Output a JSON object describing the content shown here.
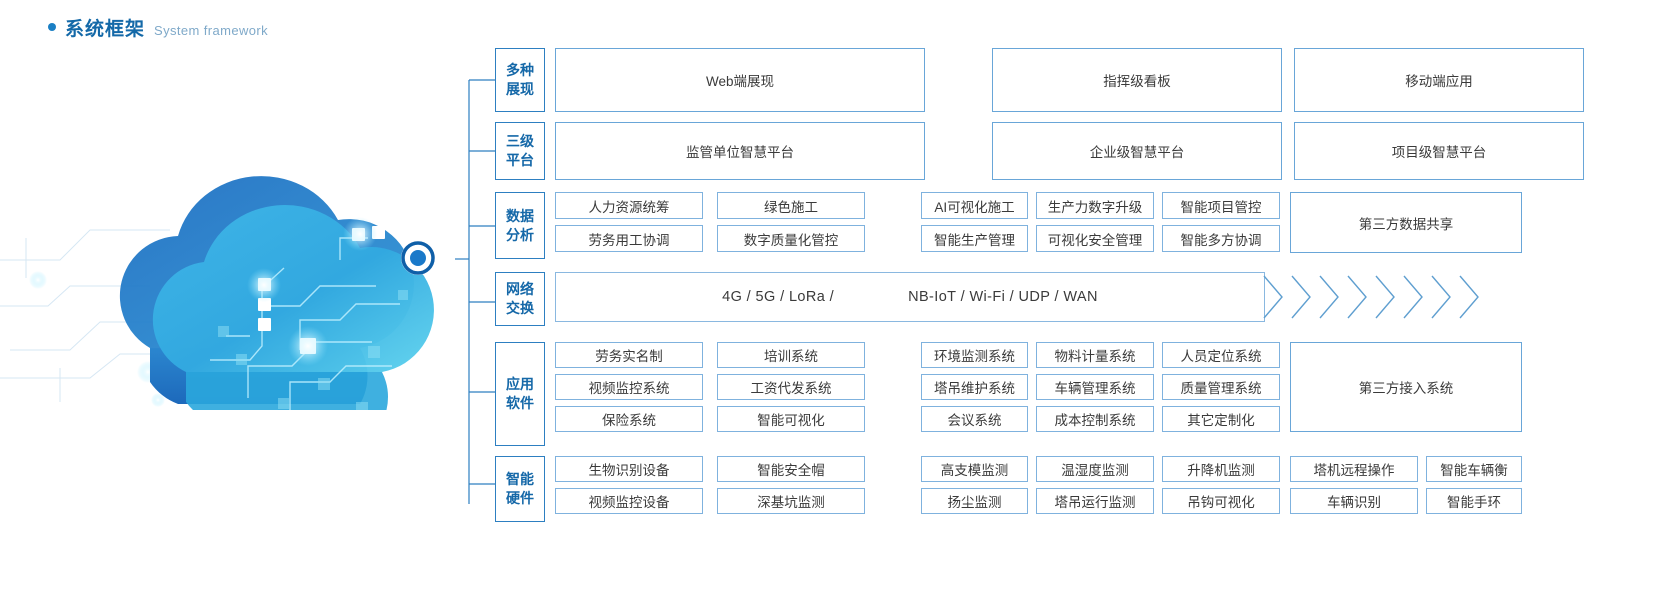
{
  "header": {
    "title_cn": "系统框架",
    "title_en": "System framework",
    "accent": "#1469a8"
  },
  "graphic": {
    "name": "cloud-network-illustration",
    "node_label": "connection-node"
  },
  "rows": [
    {
      "id": "presentation",
      "category": [
        "多种",
        "展现"
      ],
      "left_group": [
        [
          "Web端展现"
        ]
      ],
      "right_group": [
        [
          "指挥级看板"
        ],
        [
          "移动端应用"
        ]
      ],
      "third_party": null
    },
    {
      "id": "platform",
      "category": [
        "三级",
        "平台"
      ],
      "left_group": [
        [
          "监管单位智慧平台"
        ]
      ],
      "right_group": [
        [
          "企业级智慧平台"
        ],
        [
          "项目级智慧平台"
        ]
      ],
      "third_party": null
    },
    {
      "id": "data-analysis",
      "category": [
        "数据",
        "分析"
      ],
      "left_group": [
        [
          "人力资源统筹",
          "绿色施工"
        ],
        [
          "劳务用工协调",
          "数字质量化管控"
        ]
      ],
      "right_group": [
        [
          "AI可视化施工",
          "生产力数字升级",
          "智能项目管控"
        ],
        [
          "智能生产管理",
          "可视化安全管理",
          "智能多方协调"
        ]
      ],
      "third_party": "第三方数据共享"
    },
    {
      "id": "network-exchange",
      "category": [
        "网络",
        "交换"
      ],
      "band": [
        "4G / 5G / LoRa /",
        "NB-IoT / Wi-Fi / UDP / WAN"
      ],
      "chevron_count": 8
    },
    {
      "id": "application-software",
      "category": [
        "应用",
        "软件"
      ],
      "left_group": [
        [
          "劳务实名制",
          "培训系统"
        ],
        [
          "视频监控系统",
          "工资代发系统"
        ],
        [
          "保险系统",
          "智能可视化"
        ]
      ],
      "right_group": [
        [
          "环境监测系统",
          "物料计量系统",
          "人员定位系统"
        ],
        [
          "塔吊维护系统",
          "车辆管理系统",
          "质量管理系统"
        ],
        [
          "会议系统",
          "成本控制系统",
          "其它定制化"
        ]
      ],
      "third_party": "第三方接入系统"
    },
    {
      "id": "smart-hardware",
      "category": [
        "智能",
        "硬件"
      ],
      "left_group": [
        [
          "生物识别设备",
          "智能安全帽"
        ],
        [
          "视频监控设备",
          "深基坑监测"
        ]
      ],
      "right_group": [
        [
          "高支模监测",
          "温湿度监测",
          "升降机监测"
        ],
        [
          "扬尘监测",
          "塔吊运行监测",
          "吊钩可视化"
        ]
      ],
      "extra_group": [
        [
          "塔机远程操作",
          "智能车辆衡"
        ],
        [
          "车辆识别",
          "智能手环"
        ]
      ],
      "third_party": null
    }
  ],
  "colors": {
    "box_border": "#7fb2de",
    "category_border": "#2d7fc1",
    "category_text": "#1568a8",
    "body_text": "#3a3a3a",
    "cloud_dark": "#1f74c4",
    "cloud_light": "#3fc3e8"
  }
}
